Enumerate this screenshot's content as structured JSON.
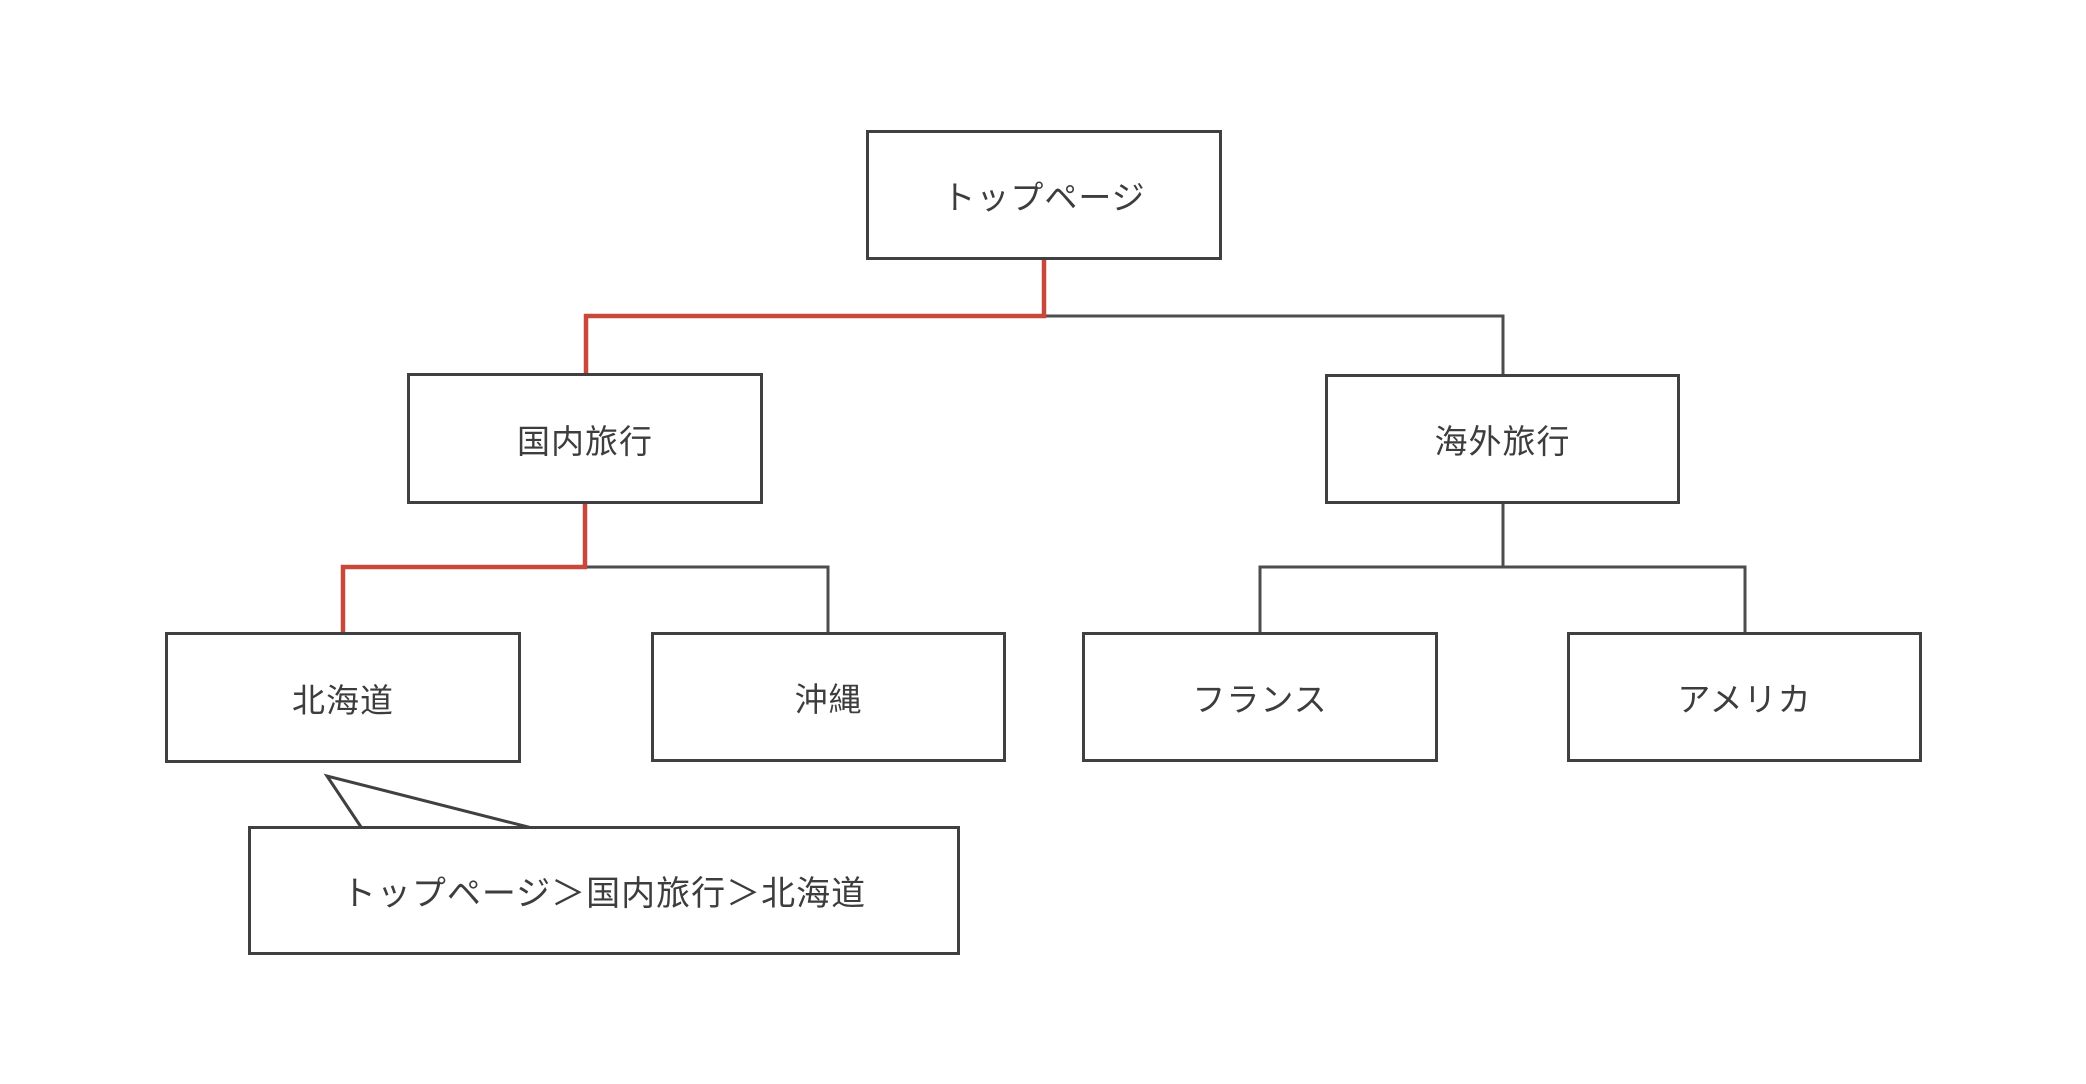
{
  "diagram": {
    "nodes": {
      "top": {
        "label": "トップページ"
      },
      "domestic": {
        "label": "国内旅行"
      },
      "overseas": {
        "label": "海外旅行"
      },
      "hokkaido": {
        "label": "北海道"
      },
      "okinawa": {
        "label": "沖縄"
      },
      "france": {
        "label": "フランス"
      },
      "america": {
        "label": "アメリカ"
      }
    },
    "callout": {
      "text": "トップページ＞国内旅行＞北海道"
    },
    "highlighted_path": [
      "トップページ",
      "国内旅行",
      "北海道"
    ],
    "colors": {
      "highlight_red": "#c9483c",
      "connector_gray": "#4d4d4d",
      "box_border": "#404040",
      "text": "#3d3d3d",
      "background": "#ffffff"
    }
  }
}
